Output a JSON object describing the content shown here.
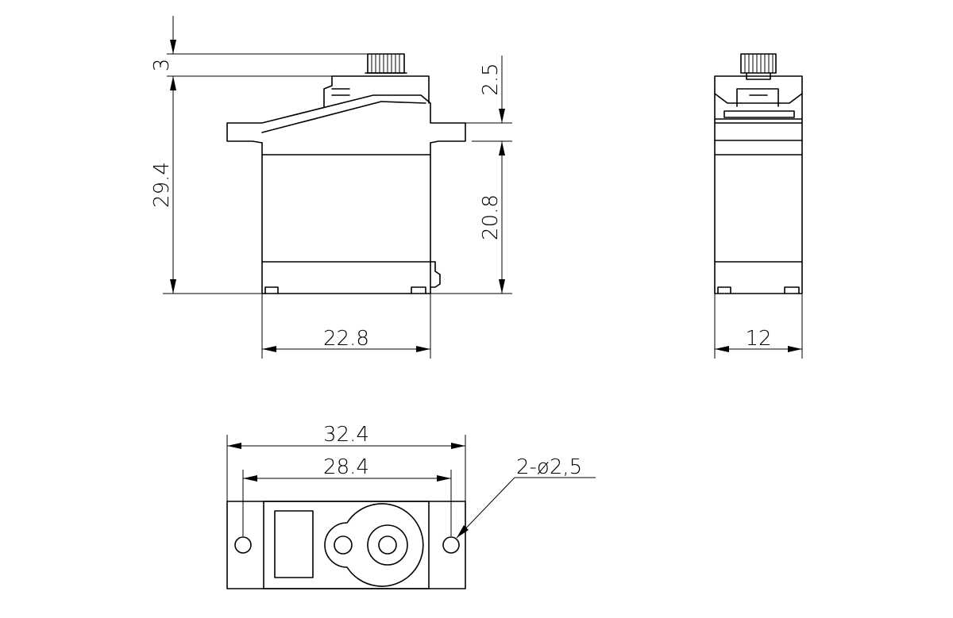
{
  "front_view": {
    "height_total": "29.4",
    "height_top": "3",
    "height_top_flange": "2.5",
    "height_case": "20.8",
    "width_case": "22.8"
  },
  "side_view": {
    "width": "12"
  },
  "top_view": {
    "length_overall": "32.4",
    "hole_spacing": "28.4",
    "hole_callout": "2-ø2,5"
  }
}
